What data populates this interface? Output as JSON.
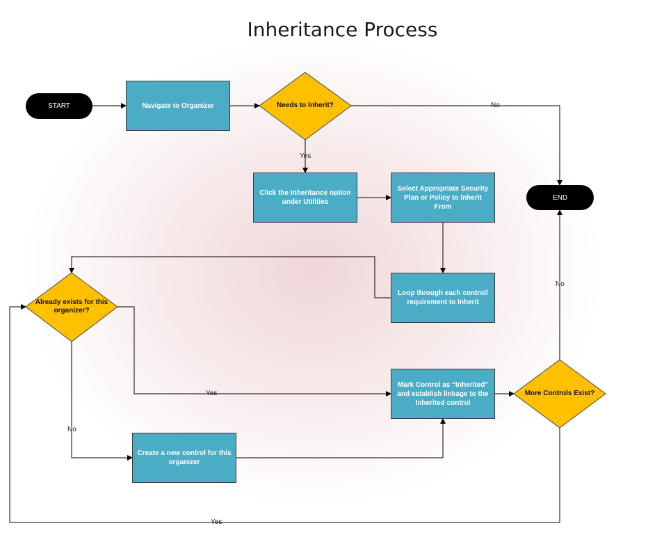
{
  "title": "Inheritance Process",
  "colors": {
    "process": "#4bacc6",
    "decision": "#ffc000",
    "terminal": "#000000",
    "connector": "#000000"
  },
  "nodes": {
    "start": "START",
    "end": "END",
    "navigate": "Navigate to Organizer",
    "needs_inherit": "Needs to Inherit?",
    "click_inheritance": "Click the Inheritance option under Utilities",
    "select_plan": "Select Appropriate Security Plan or Policy to Inherit From",
    "loop_controls": "Loop through each control/ requirement to Inherit",
    "already_exists": "Already exists for this organizer?",
    "mark_control": "Mark Control as “Inherited” and establish linkage to the Inherited control",
    "more_controls": "More Controls Exist?",
    "create_control": "Create a new control for this organizer"
  },
  "edge_labels": {
    "needs_no": "No",
    "needs_yes": "Yes",
    "more_no": "No",
    "exists_yes": "Yes",
    "exists_no": "No",
    "more_yes": "Yes"
  }
}
